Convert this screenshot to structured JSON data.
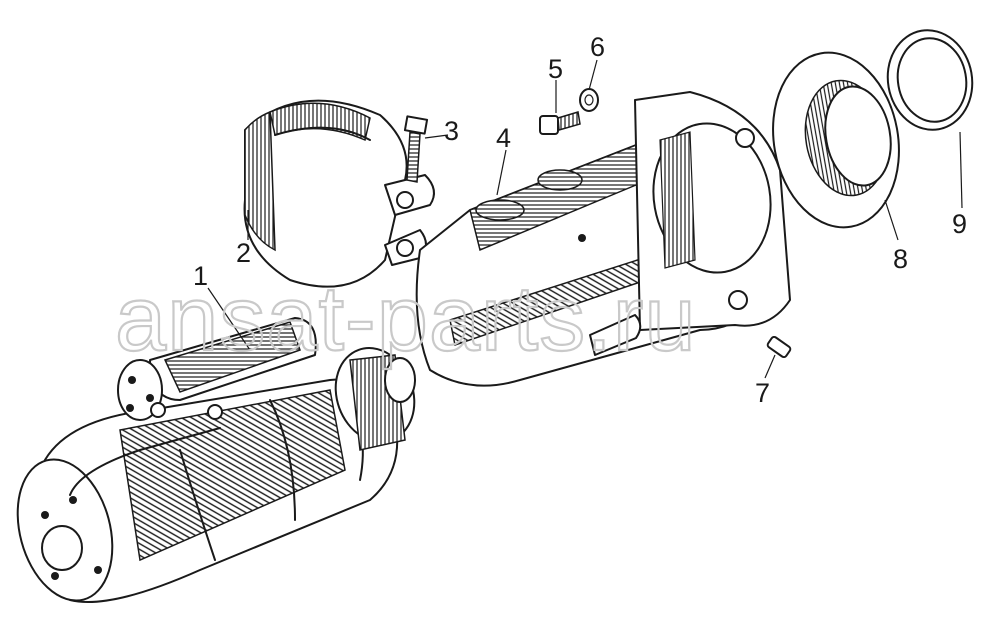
{
  "watermark": {
    "text": "ansat-parts.ru"
  },
  "callouts": [
    {
      "id": "1",
      "label": "1"
    },
    {
      "id": "2",
      "label": "2"
    },
    {
      "id": "3",
      "label": "3"
    },
    {
      "id": "4",
      "label": "4"
    },
    {
      "id": "5",
      "label": "5"
    },
    {
      "id": "6",
      "label": "6"
    },
    {
      "id": "7",
      "label": "7"
    },
    {
      "id": "8",
      "label": "8"
    },
    {
      "id": "9",
      "label": "9"
    }
  ],
  "colors": {
    "ink": "#1a1a1a",
    "paper": "#ffffff",
    "watermark": "#c9c9c9"
  }
}
